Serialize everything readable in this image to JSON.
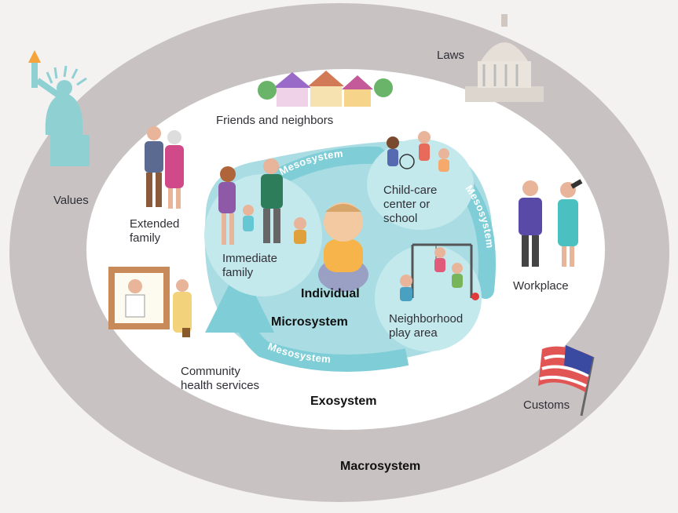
{
  "systems": {
    "macrosystem": "Macrosystem",
    "exosystem": "Exosystem",
    "microsystem": "Microsystem",
    "individual": "Individual",
    "mesosystem": "Mesosystem"
  },
  "settings": {
    "laws": "Laws",
    "values": "Values",
    "workplace": "Workplace",
    "customs": "Customs",
    "friends": "Friends and neighbors",
    "extended_family": "Extended\nfamily",
    "community_health": "Community\nhealth services",
    "immediate_family": "Immediate\nfamily",
    "child_care": "Child-care\ncenter or\nschool",
    "play_area": "Neighborhood\nplay area"
  },
  "icons": [
    "statue-of-liberty-icon",
    "capitol-building-icon",
    "houses-icon",
    "american-flag-icon",
    "family-icon",
    "grandparents-icon",
    "workers-icon",
    "doctor-office-icon",
    "children-icon",
    "swing-set-icon",
    "baby-icon"
  ],
  "colors": {
    "background": "#f4f2f1",
    "macrosystem_ring": "#c9c2c3",
    "exosystem_field": "#ffffff",
    "microsystem_field": "#a9dde3",
    "mesosystem_arrow": "#7fcdd6",
    "setting_circle": "#c4e9ed"
  }
}
